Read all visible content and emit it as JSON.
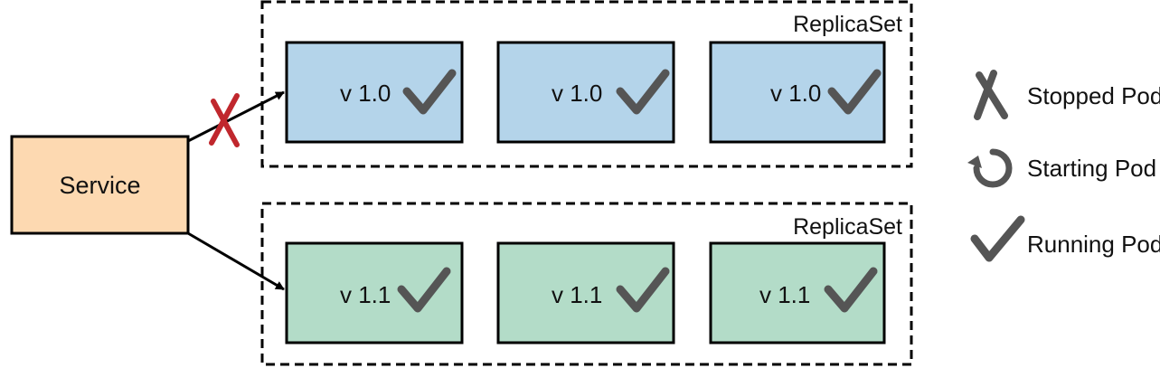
{
  "service": {
    "label": "Service",
    "fill": "#fdd9b1"
  },
  "replicasets": [
    {
      "title": "ReplicaSet",
      "pod_fill": "#b4d4ea",
      "pods": [
        {
          "version": "v 1.0",
          "status": "running"
        },
        {
          "version": "v 1.0",
          "status": "running"
        },
        {
          "version": "v 1.0",
          "status": "running"
        }
      ]
    },
    {
      "title": "ReplicaSet",
      "pod_fill": "#b3dcc8",
      "pods": [
        {
          "version": "v 1.1",
          "status": "running"
        },
        {
          "version": "v 1.1",
          "status": "running"
        },
        {
          "version": "v 1.1",
          "status": "running"
        }
      ]
    }
  ],
  "connections": [
    {
      "from": "service",
      "to": "replicaset-1",
      "state": "blocked",
      "mark_color": "#c0272d"
    },
    {
      "from": "service",
      "to": "replicaset-2",
      "state": "active"
    }
  ],
  "legend": [
    {
      "icon": "stopped-pod-icon",
      "label": "Stopped Pod"
    },
    {
      "icon": "starting-pod-icon",
      "label": "Starting Pod"
    },
    {
      "icon": "running-pod-icon",
      "label": "Running Pod"
    }
  ],
  "colors": {
    "icon": "#555555",
    "outline": "#000000"
  }
}
